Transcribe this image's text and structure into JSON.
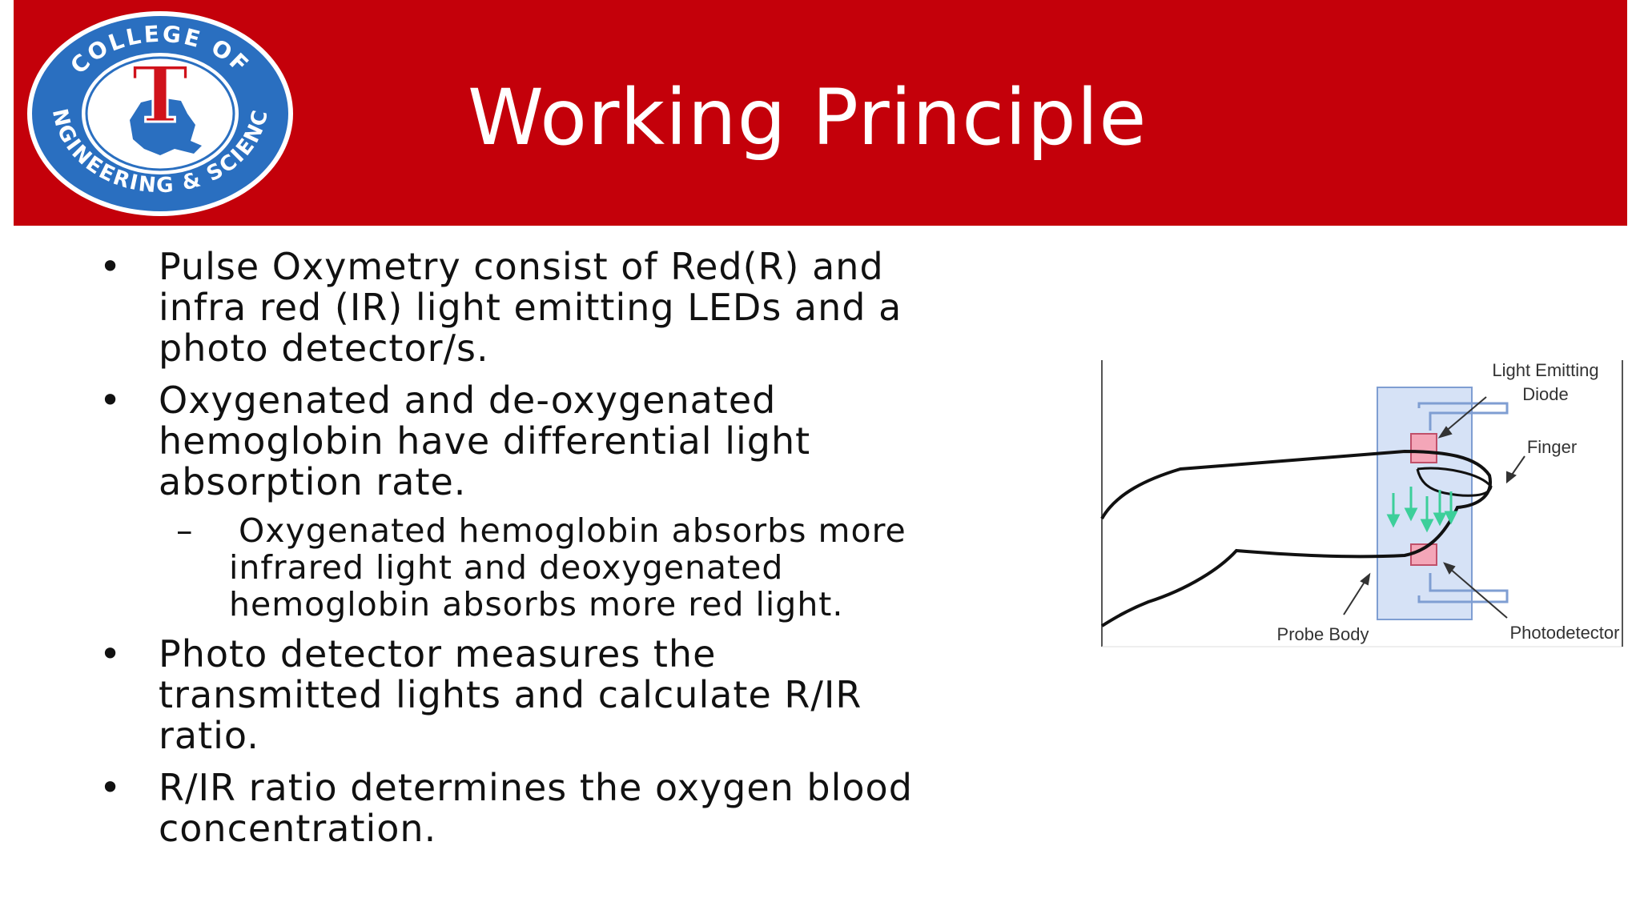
{
  "logo": {
    "top_text": "COLLEGE OF",
    "bottom_text": "ENGINEERING & SCIENCE",
    "monogram": "T"
  },
  "title": "Working Principle",
  "bullets": [
    {
      "lines": [
        "Pulse Oxymetry consist of Red(R) and",
        "infra red (IR) light emitting LEDs and a",
        "photo detector/s."
      ]
    },
    {
      "lines": [
        "Oxygenated and de-oxygenated",
        "hemoglobin have differential light",
        "absorption rate."
      ],
      "sub": {
        "dash": "–",
        "lines": [
          "Oxygenated hemoglobin absorbs more",
          "infrared light and deoxygenated",
          "hemoglobin absorbs more red light."
        ]
      }
    },
    {
      "lines": [
        "Photo detector measures the",
        "transmitted lights and calculate R/IR",
        "ratio."
      ]
    },
    {
      "lines": [
        "R/IR ratio determines the oxygen blood",
        "concentration."
      ]
    }
  ],
  "bullet_symbol": "•",
  "diagram": {
    "labels": {
      "led_line1": "Light Emitting",
      "led_line2": "Diode",
      "finger": "Finger",
      "probe_body": "Probe Body",
      "photodetector": "Photodetector"
    }
  },
  "colors": {
    "header": "#c4000a",
    "logo_ring": "#2a6fc0",
    "logo_red": "#d0121b",
    "probe_fill": "#d6e2f6",
    "probe_stroke": "#7f9ed2",
    "led_pink": "#f4a6b8",
    "light_green": "#3ccf9a"
  }
}
